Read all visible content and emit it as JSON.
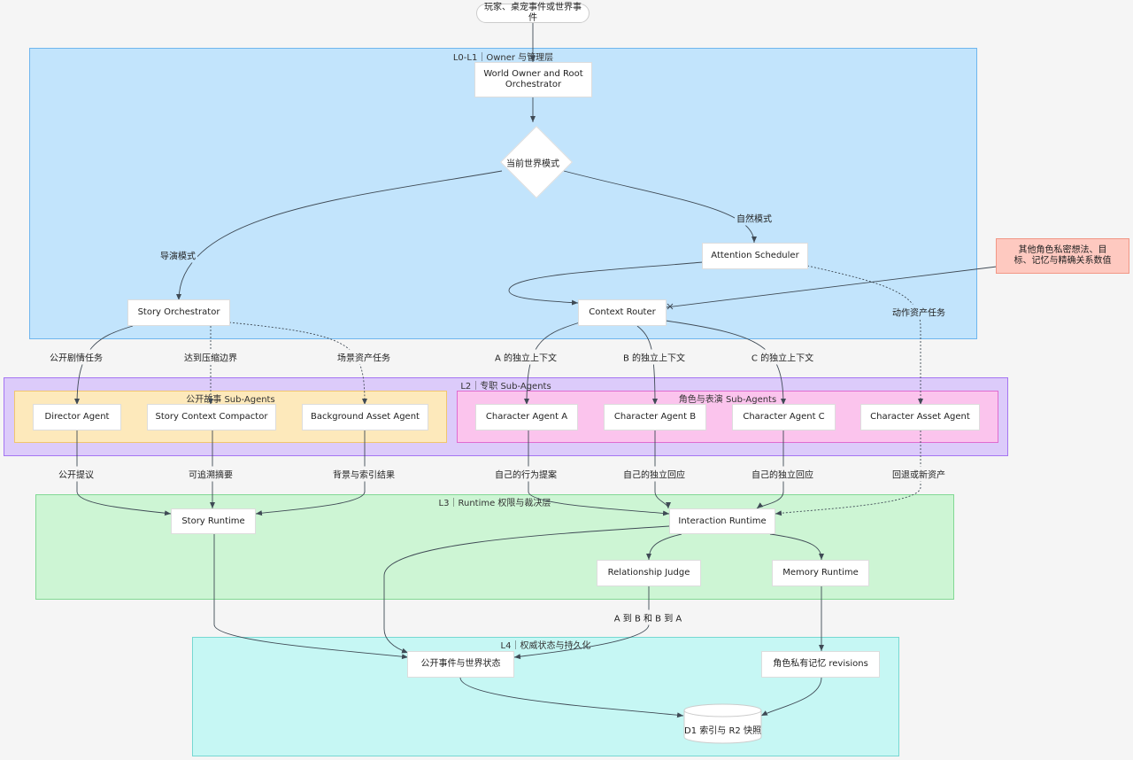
{
  "layers": {
    "l0": "L0-L1｜Owner 与管理层",
    "l2": "L2｜专职 Sub-Agents",
    "story_subagents": "公开故事 Sub-Agents",
    "role_subagents": "角色与表演 Sub-Agents",
    "l3": "L3｜Runtime 权限与裁决层",
    "l4": "L4｜权威状态与持久化"
  },
  "nodes": {
    "input": "玩家、桌宠事件或世界事件",
    "root": "World Owner and Root Orchestrator",
    "mode": "当前世界模式",
    "attention": "Attention Scheduler",
    "private_info": "其他角色私密想法、目标、记忆与精确关系数值",
    "story_orch": "Story Orchestrator",
    "context_router": "Context Router",
    "director": "Director Agent",
    "compactor": "Story Context Compactor",
    "bg_asset": "Background Asset Agent",
    "char_a": "Character Agent A",
    "char_b": "Character Agent B",
    "char_c": "Character Agent C",
    "char_asset": "Character Asset Agent",
    "story_runtime": "Story Runtime",
    "interaction_runtime": "Interaction Runtime",
    "relationship_judge": "Relationship Judge",
    "memory_runtime": "Memory Runtime",
    "public_state": "公开事件与世界状态",
    "private_memory": "角色私有记忆 revisions",
    "storage": "D1 索引与 R2 快照"
  },
  "edge_labels": {
    "natural_mode": "自然模式",
    "director_mode": "导演模式",
    "motion_asset_task": "动作资产任务",
    "public_plot_task": "公开剧情任务",
    "compress_boundary": "达到压缩边界",
    "scene_asset_task": "场景资产任务",
    "ctx_a": "A 的独立上下文",
    "ctx_b": "B 的独立上下文",
    "ctx_c": "C 的独立上下文",
    "public_proposal": "公开提议",
    "traceable_summary": "可追溯摘要",
    "bg_index_result": "背景与索引结果",
    "own_action_proposal": "自己的行为提案",
    "own_response_b": "自己的独立回应",
    "own_response_c": "自己的独立回应",
    "fallback_new_asset": "回退或新资产",
    "a_to_b": "A 到 B 和 B 到 A"
  },
  "colors": {
    "l0_fill": "#c2e4fc",
    "l0_border": "#6fb6ee",
    "l2_fill": "#dccbfa",
    "l2_border": "#a575f2",
    "story_fill": "#fde9bb",
    "story_border": "#f1c66e",
    "role_fill": "#fbc4ed",
    "role_border": "#e06bd0",
    "l3_fill": "#cdf5d4",
    "l3_border": "#82d894",
    "l4_fill": "#c6f7f4",
    "l4_border": "#76d8d2",
    "private_fill": "#fec9c0",
    "private_border": "#f19786",
    "edge": "#3f4a55"
  }
}
